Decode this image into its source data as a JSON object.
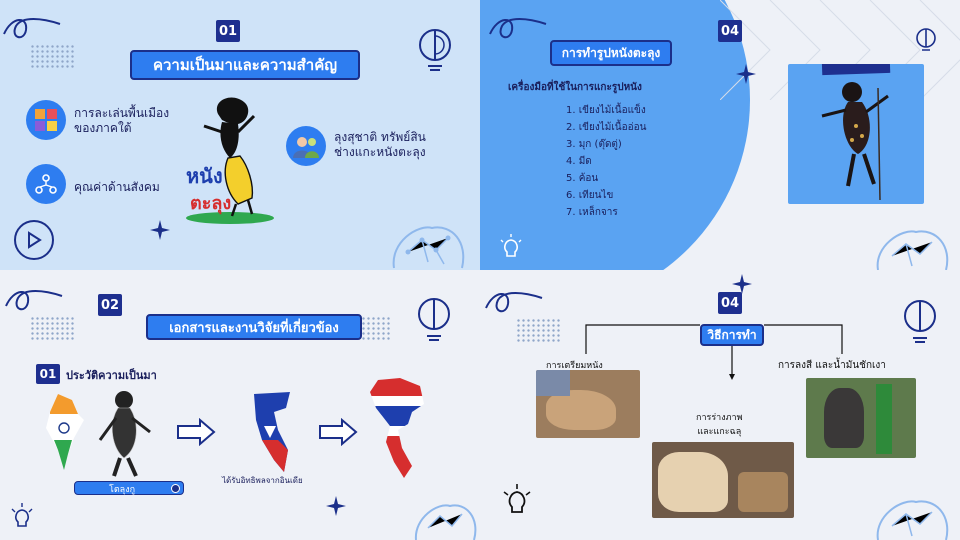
{
  "slide1": {
    "number": "01",
    "title": "ความเป็นมาและความสำคัญ",
    "item1": "การละเล่นพื้นเมือง\nของภาคใต้",
    "item2": "คุณค่าด้านสังคม",
    "person": "ลุงสุชาติ ทรัพย์สิน\nช่างแกะหนังตะลุง",
    "logo_line1": "หนัง",
    "logo_line2": "ตะลุง"
  },
  "slide2": {
    "title": "การทำรูปหนังตะลุง",
    "number": "04",
    "subtitle": "เครื่องมือที่ใช้ในการแกะรูปหนัง",
    "tools": [
      "1. เขียงไม้เนื้อแข็ง",
      "2. เขียงไม้เนื้ออ่อน",
      "3. มุก (ตุ๊ดตู่)",
      "4. มีด",
      "5. ค้อน",
      "6. เทียนไข",
      "7. เหล็กจาร"
    ]
  },
  "slide3": {
    "number": "02",
    "title": "เอกสารและงานวิจัยที่เกี่ยวข้อง",
    "sub_number": "01",
    "sub_title": "ประวัติความเป็นมา",
    "search_text": "โตลุงกู",
    "influence": "ได้รับอิทธิพลจากอินเดีย"
  },
  "slide4": {
    "number": "04",
    "title": "วิธีการทำ",
    "step1": "การเตรียมหนัง",
    "step2": "การร่างภาพ\nและแกะฉลุ",
    "step3": "การลงสี และน้ำมันชักเงา"
  }
}
